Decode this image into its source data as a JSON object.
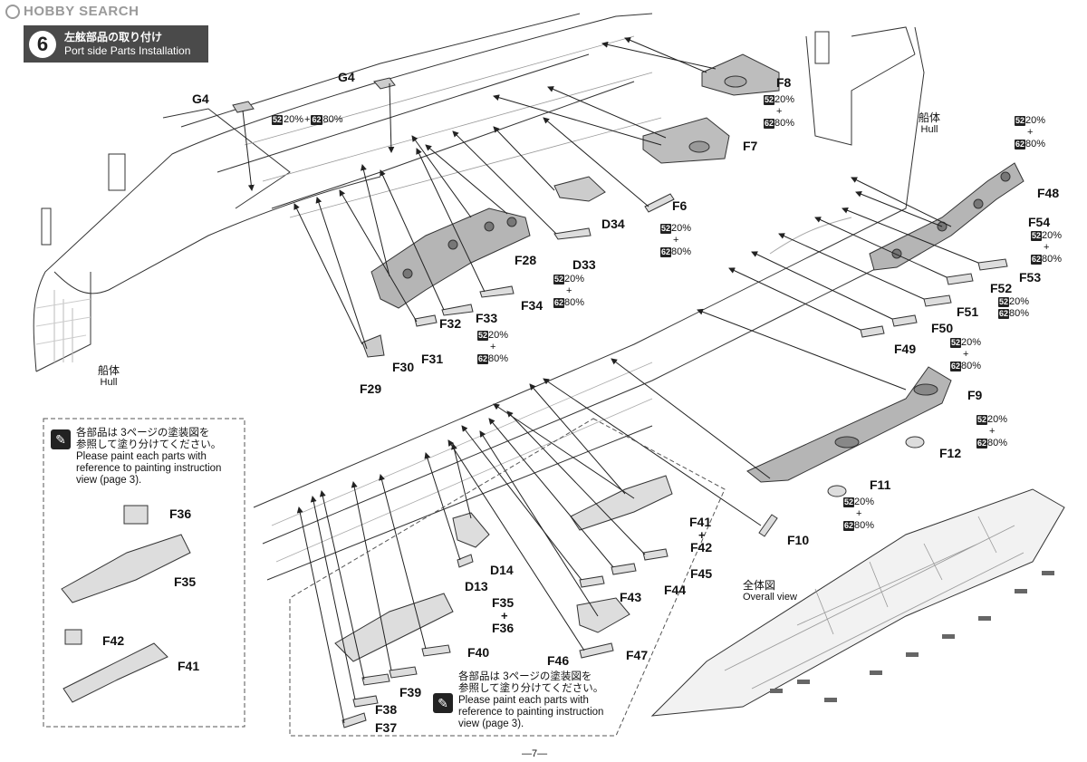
{
  "watermark": "HOBBY SEARCH",
  "step": {
    "number": "6",
    "title_jp": "左舷部品の取り付け",
    "title_en": "Port side Parts Installation"
  },
  "paint": {
    "code_a": "52",
    "pct_a": "20%",
    "code_b": "62",
    "pct_b": "80%",
    "plus": "+"
  },
  "hull": {
    "jp": "船体",
    "en": "Hull"
  },
  "overall": {
    "jp": "全体図",
    "en": "Overall view"
  },
  "note": {
    "jp_line1": "各部品は 3ページの塗装図を",
    "jp_line2": "参照して塗り分けてください。",
    "en_line1": "Please paint each parts with",
    "en_line2": "reference to painting instruction",
    "en_line3": "view (page 3)."
  },
  "parts": {
    "G4a": "G4",
    "G4b": "G4",
    "F8": "F8",
    "F7": "F7",
    "F6": "F6",
    "D34": "D34",
    "D33": "D33",
    "F28": "F28",
    "F34": "F34",
    "F33": "F33",
    "F32": "F32",
    "F31": "F31",
    "F30": "F30",
    "F29": "F29",
    "F48": "F48",
    "F54": "F54",
    "F53": "F53",
    "F52": "F52",
    "F51": "F51",
    "F50": "F50",
    "F49": "F49",
    "F9": "F9",
    "F12": "F12",
    "F11": "F11",
    "F10": "F10",
    "F41": "F41",
    "F42": "F42",
    "F45": "F45",
    "F44": "F44",
    "F43": "F43",
    "F47": "F47",
    "F46": "F46",
    "D14": "D14",
    "D13": "D13",
    "F35": "F35",
    "F36": "F36",
    "F40": "F40",
    "F39": "F39",
    "F38": "F38",
    "F37": "F37",
    "F36b": "F36",
    "F35b": "F35",
    "F42b": "F42",
    "F41b": "F41"
  },
  "page_number": "—7—"
}
